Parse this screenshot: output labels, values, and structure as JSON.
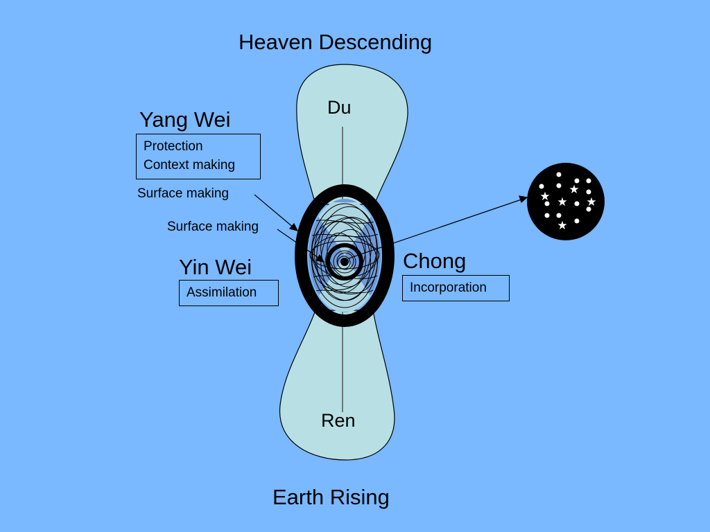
{
  "titles": {
    "top": "Heaven Descending",
    "bottom": "Earth Rising"
  },
  "vessels": {
    "du": "Du",
    "ren": "Ren",
    "chong": "Chong",
    "yang_wei": "Yang Wei",
    "yin_wei": "Yin Wei"
  },
  "boxes": {
    "yang_wei": [
      "Protection",
      "Context making"
    ],
    "yin_wei": "Assimilation",
    "chong": "Incorporation"
  },
  "callouts": {
    "surface_outer": "Surface making",
    "surface_inner": "Surface making"
  },
  "colors": {
    "background": "#7ab8ff",
    "lobe_fill": "#b8e0e4",
    "ring": "#000000",
    "star_field": "#000000",
    "star_marks": "#ffffff"
  }
}
